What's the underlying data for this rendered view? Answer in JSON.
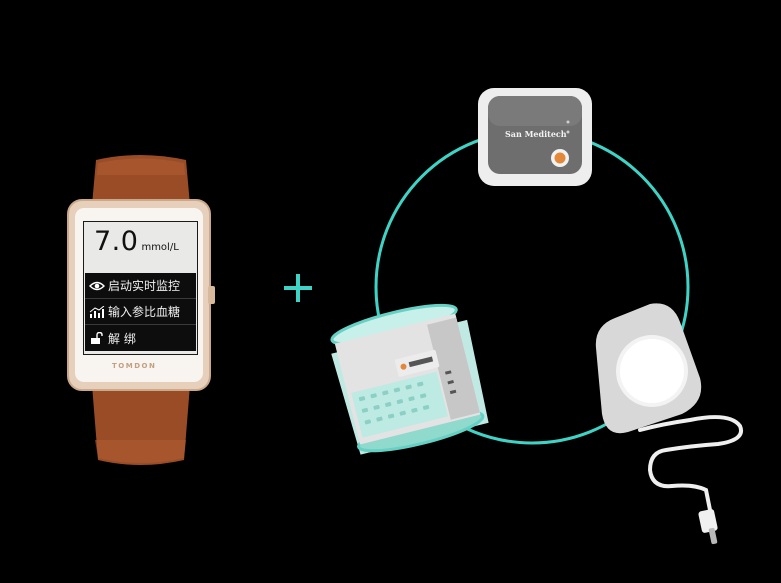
{
  "watch": {
    "reading_value": "7.0",
    "reading_unit": "mmol/L",
    "menu": [
      {
        "icon": "eye-icon",
        "label": "启动实时监控"
      },
      {
        "icon": "bar-chart-icon",
        "label": "输入参比血糖"
      },
      {
        "icon": "unlock-icon",
        "label": "解 绑"
      }
    ],
    "brand": "TOMDON"
  },
  "meter": {
    "brand": "San Meditech"
  },
  "colors": {
    "accent": "#3fd3c6",
    "background": "#000000",
    "strap": "#a0532c",
    "case": "#e8d4c2"
  }
}
